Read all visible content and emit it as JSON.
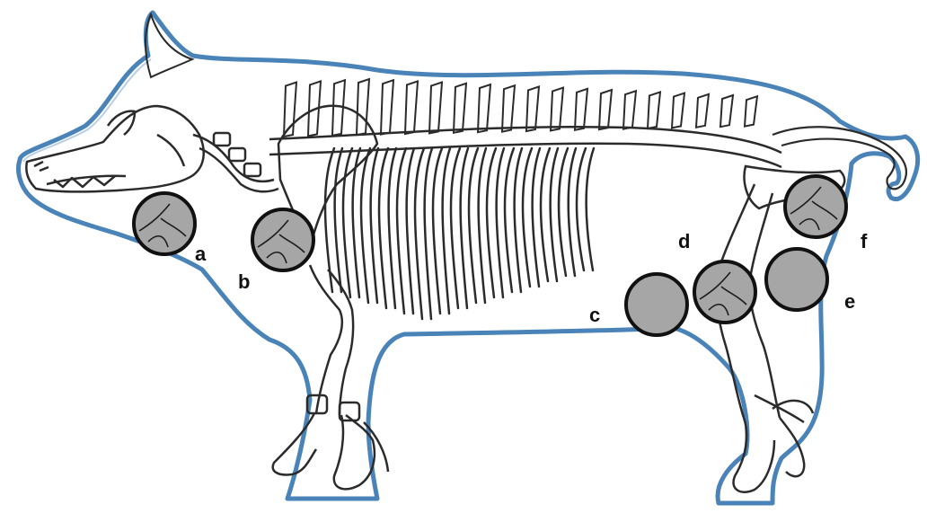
{
  "diagram": {
    "markers": [
      {
        "id": "a",
        "label": "a",
        "veins": true
      },
      {
        "id": "b",
        "label": "b",
        "veins": true
      },
      {
        "id": "c",
        "label": "c",
        "veins": false
      },
      {
        "id": "d",
        "label": "d",
        "veins": true
      },
      {
        "id": "e",
        "label": "e",
        "veins": false
      },
      {
        "id": "f",
        "label": "f",
        "veins": true
      }
    ],
    "colors": {
      "outline": "#4a83b8",
      "skeleton": "#2b2b2b",
      "marker_fill": "#a6a6a6",
      "marker_stroke": "#111111",
      "vein": "#1c1c1c"
    }
  }
}
